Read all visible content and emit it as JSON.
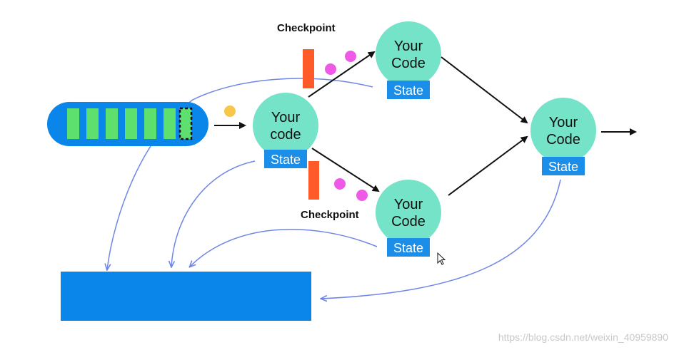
{
  "colors": {
    "node_fill": "#74e3c8",
    "state_fill": "#1a8ee8",
    "stream_fill": "#0a85ea",
    "record_fill": "#5ee06e",
    "barrier_fill": "#ff5a2a",
    "event_dot": "#ee5ae6",
    "source_dot": "#f8c64a",
    "storage_fill": "#0a85ea",
    "flow_arrow": "#111111",
    "snapshot_arrow": "#6f86e6",
    "watermark": "#c8c8c8"
  },
  "labels": {
    "checkpoint_top": "Checkpoint",
    "checkpoint_bottom": "Checkpoint",
    "watermark": "https://blog.csdn.net/weixin_40959890"
  },
  "nodes": {
    "source": {
      "line1": "Your",
      "line2": "code",
      "state": "State"
    },
    "upper": {
      "line1": "Your",
      "line2": "Code",
      "state": "State"
    },
    "lower": {
      "line1": "Your",
      "line2": "Code",
      "state": "State"
    },
    "sink": {
      "line1": "Your",
      "line2": "Code",
      "state": "State"
    }
  }
}
